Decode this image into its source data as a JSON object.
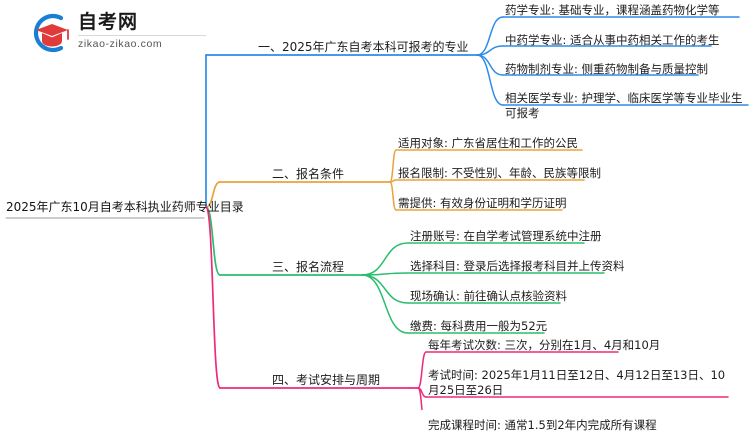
{
  "logo": {
    "name_cn": "自考网",
    "url": "zikao-zikao.com",
    "mark_icon": "graduation-cap-icon",
    "arc_color": "#1a7fd4",
    "cap_color": "#e03a3a"
  },
  "mindmap": {
    "root": {
      "label": "2025年广东10月自考本科执业药师专业目录"
    },
    "branches": [
      {
        "label": "一、2025年广东自考本科可报考的专业",
        "color": "#2d8ce8",
        "leaves": [
          "药学专业: 基础专业，课程涵盖药物化学等",
          "中药学专业: 适合从事中药相关工作的考生",
          "药物制剂专业: 侧重药物制备与质量控制",
          "相关医学专业: 护理学、临床医学等专业毕业生可报考"
        ]
      },
      {
        "label": "二、报名条件",
        "color": "#e8a33d",
        "leaves": [
          "适用对象: 广东省居住和工作的公民",
          "报名限制: 不受性别、年龄、民族等限制",
          "需提供: 有效身份证明和学历证明"
        ]
      },
      {
        "label": "三、报名流程",
        "color": "#2bbd6e",
        "leaves": [
          "注册账号: 在自学考试管理系统中注册",
          "选择科目: 登录后选择报考科目并上传资料",
          "现场确认: 前往确认点核验资料",
          "缴费: 每科费用一般为52元"
        ]
      },
      {
        "label": "四、考试安排与周期",
        "color": "#ee2a7b",
        "leaves": [
          "每年考试次数: 三次，分别在1月、4月和10月",
          "考试时间: 2025年1月11日至12日、4月12日至13日、10月25日至26日",
          "完成课程时间: 通常1.5到2年内完成所有课程"
        ]
      }
    ]
  }
}
